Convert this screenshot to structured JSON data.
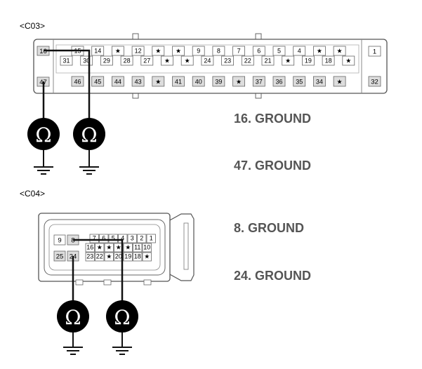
{
  "c03": {
    "title": "<C03>",
    "row1": [
      "16",
      "15",
      "14",
      "★",
      "12",
      "★",
      "★",
      "9",
      "8",
      "7",
      "6",
      "5",
      "4",
      "★",
      "★"
    ],
    "row2": [
      "31",
      "30",
      "29",
      "28",
      "27",
      "★",
      "★",
      "24",
      "23",
      "22",
      "21",
      "★",
      "19",
      "18",
      "★"
    ],
    "row3": [
      "47",
      "46",
      "45",
      "44",
      "43",
      "★",
      "41",
      "40",
      "39",
      "★",
      "37",
      "36",
      "35",
      "34",
      "★"
    ],
    "side_top": "1",
    "side_bottom": "32"
  },
  "c04": {
    "title": "<C04>",
    "left_top": [
      "9",
      "8"
    ],
    "left_bottom": [
      "25",
      "24"
    ],
    "row1": [
      "7",
      "6",
      "5",
      "4",
      "3",
      "2",
      "1"
    ],
    "row2": [
      "16",
      "★",
      "★",
      "★",
      "★",
      "11",
      "10"
    ],
    "row3": [
      "23",
      "22",
      "★",
      "20",
      "19",
      "18",
      "★"
    ]
  },
  "labels": {
    "g1": "16. GROUND",
    "g2": "47. GROUND",
    "g3": "8. GROUND",
    "g4": "24. GROUND"
  },
  "ohm_symbol": "Ω",
  "meter_icon": "ohmmeter-icon",
  "ground_icon": "ground-icon"
}
